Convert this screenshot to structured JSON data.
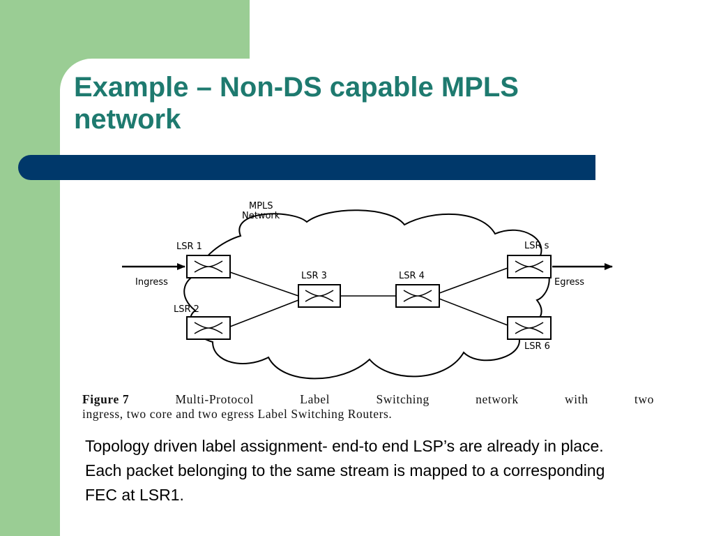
{
  "slide": {
    "title_line1": "Example – Non-DS capable MPLS",
    "title_line2": "network"
  },
  "diagram": {
    "cloud_label_line1": "MPLS",
    "cloud_label_line2": "Network",
    "nodes": {
      "lsr1": "LSR 1",
      "lsr2": "LSR 2",
      "lsr3": "LSR 3",
      "lsr4": "LSR 4",
      "lsr5": "LSR s",
      "lsr6": "LSR 6"
    },
    "ingress_label": "Ingress",
    "egress_label": "Egress"
  },
  "caption": {
    "figure_label": "Figure 7",
    "line1_words": [
      "Multi-Protocol",
      "Label",
      "Switching",
      "network",
      "with",
      "two"
    ],
    "line2": "ingress, two core and two egress Label Switching Routers."
  },
  "body": {
    "text": "Topology driven label assignment- end-to end LSP’s are already in place.  Each packet belonging to the same stream is mapped to a corresponding FEC at LSR1."
  }
}
